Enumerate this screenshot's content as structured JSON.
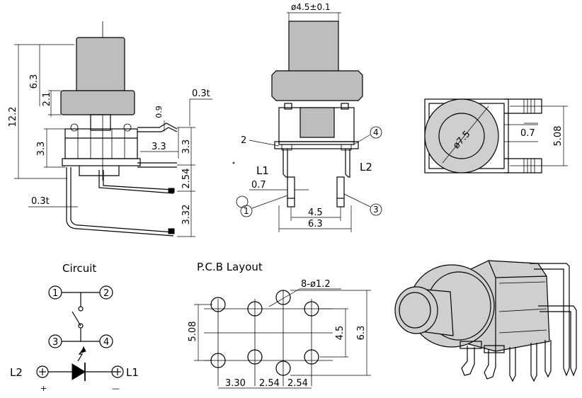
{
  "side_view": {
    "dims": {
      "overall_height": "12.2",
      "cap_height": "6.3",
      "collar_height": "2.1",
      "lead_thickness_top": "0.3t",
      "lead_gap": "0.9",
      "body_height": "3.3",
      "body_offset": "3.3",
      "body_height_right": "3.3",
      "pin_height": "2.54",
      "lead_length": "3.32",
      "lead_thickness_bottom": "0.3t"
    }
  },
  "front_view": {
    "dims": {
      "cap_diameter": "ø4.5±0.1",
      "pin_width": "0.7",
      "pin_pitch": "4.5",
      "body_width": "6.3"
    },
    "labels": {
      "l1": "L1",
      "l2": "L2"
    },
    "pins": {
      "p1": "1",
      "p2": "2",
      "p3": "3",
      "p4": "4"
    }
  },
  "top_view": {
    "dims": {
      "diameter": "ø7.5",
      "pin_width": "0.7",
      "pin_span": "5.08"
    }
  },
  "circuit": {
    "title": "Circuit",
    "pins": {
      "p1": "1",
      "p2": "2",
      "p3": "3",
      "p4": "4"
    },
    "led_labels": {
      "l2": "L2",
      "l1": "L1",
      "plus": "+",
      "minus": "—"
    }
  },
  "pcb_layout": {
    "title": "P.C.B  Layout",
    "hole_spec": "8-ø1.2",
    "dims": {
      "row_pitch": "5.08",
      "inner_pitch": "4.5",
      "outer_pitch": "6.3",
      "spacing_1": "3.30",
      "spacing_2": "2.54",
      "spacing_3": "2.54"
    }
  }
}
